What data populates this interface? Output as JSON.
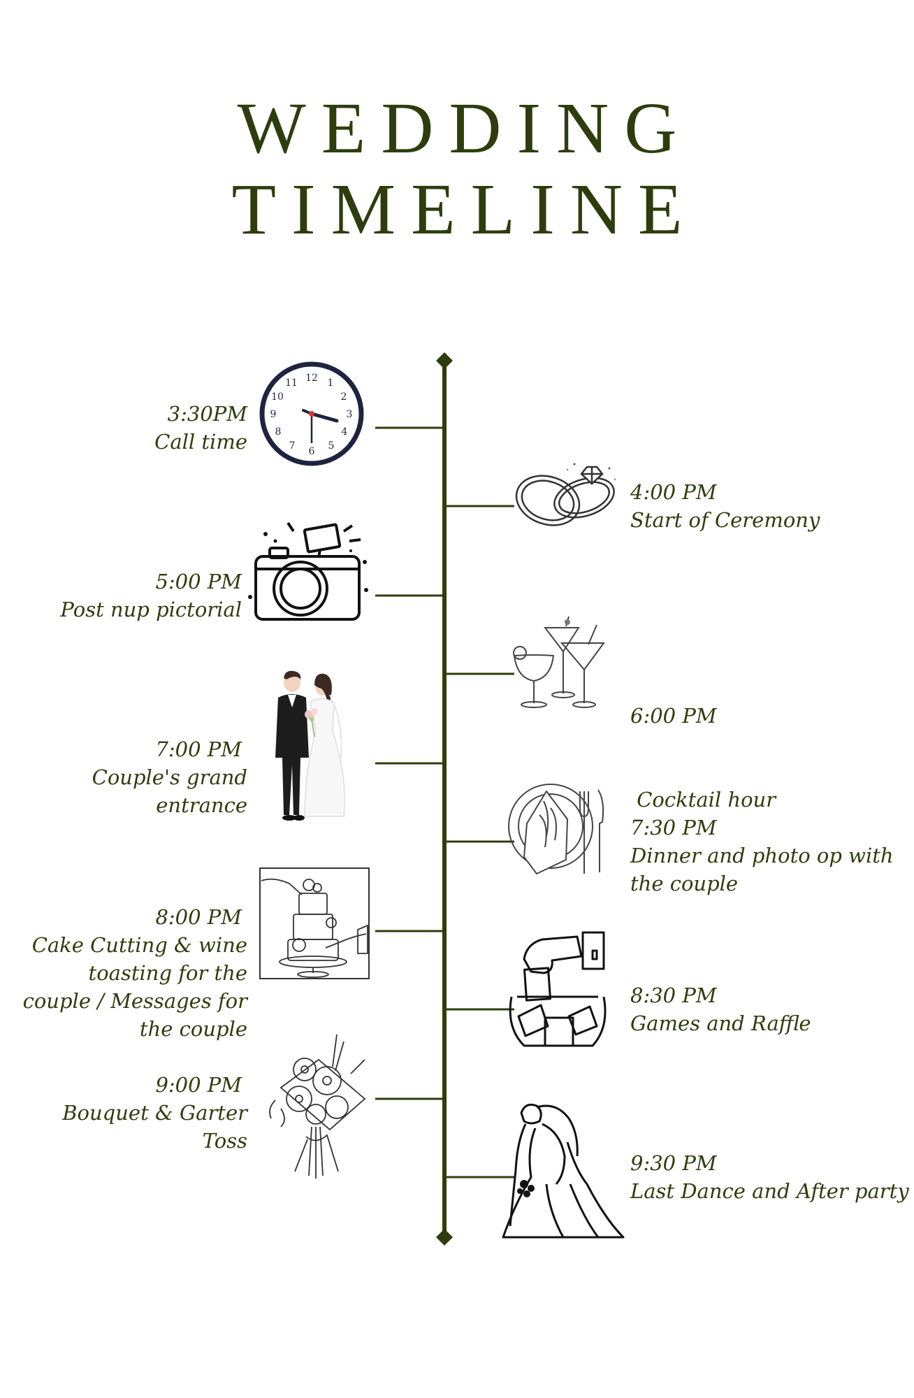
{
  "title": {
    "line1": "WEDDING",
    "line2": "TIMELINE"
  },
  "colors": {
    "accent": "#2e3d0d",
    "background": "#ffffff"
  },
  "events": [
    {
      "time": "3:30PM",
      "label": "Call time",
      "side": "left",
      "icon": "clock-icon"
    },
    {
      "time": "4:00 PM",
      "label": "Start of Ceremony",
      "side": "right",
      "icon": "rings-icon"
    },
    {
      "time": "5:00 PM",
      "label": "Post nup pictorial",
      "side": "left",
      "icon": "camera-icon"
    },
    {
      "time": "6:00 PM",
      "label": " Cocktail hour",
      "side": "right",
      "icon": "cocktail-glasses-icon"
    },
    {
      "time": "7:00 PM",
      "label": "Couple's grand entrance",
      "side": "left",
      "icon": "bride-groom-icon"
    },
    {
      "time": "7:30 PM",
      "label": "Dinner and photo op with the couple",
      "side": "right",
      "icon": "place-setting-icon"
    },
    {
      "time": "8:00 PM",
      "label": "Cake Cutting & wine toasting for the couple / Messages for the couple",
      "side": "left",
      "icon": "wedding-cake-icon"
    },
    {
      "time": "8:30 PM",
      "label": "Games and Raffle",
      "side": "right",
      "icon": "raffle-bowl-icon"
    },
    {
      "time": "9:00 PM",
      "label": "Bouquet & Garter Toss",
      "side": "left",
      "icon": "bouquet-icon"
    },
    {
      "time": "9:30 PM",
      "label": "Last Dance and After party",
      "side": "right",
      "icon": "dancing-couple-icon"
    }
  ]
}
